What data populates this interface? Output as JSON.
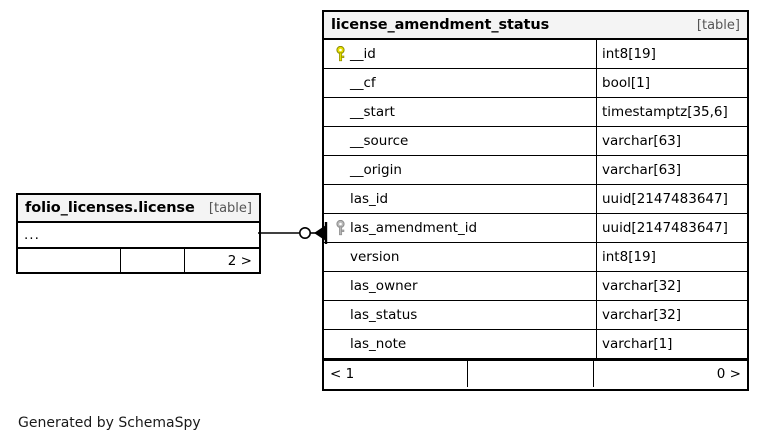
{
  "diagram": {
    "credit": "Generated by SchemaSpy",
    "kind_label": "[table]"
  },
  "tables": {
    "license_amendment_status": {
      "title": "license_amendment_status",
      "kind": "[table]",
      "columns": [
        {
          "key": "primary",
          "key_icon": "yellow-key-icon",
          "name": "__id",
          "type": "int8[19]"
        },
        {
          "key": "none",
          "key_icon": "",
          "name": "__cf",
          "type": "bool[1]"
        },
        {
          "key": "none",
          "key_icon": "",
          "name": "__start",
          "type": "timestamptz[35,6]"
        },
        {
          "key": "none",
          "key_icon": "",
          "name": "__source",
          "type": "varchar[63]"
        },
        {
          "key": "none",
          "key_icon": "",
          "name": "__origin",
          "type": "varchar[63]"
        },
        {
          "key": "none",
          "key_icon": "",
          "name": "las_id",
          "type": "uuid[2147483647]"
        },
        {
          "key": "foreign",
          "key_icon": "gray-key-icon",
          "name": "las_amendment_id",
          "type": "uuid[2147483647]"
        },
        {
          "key": "none",
          "key_icon": "",
          "name": "version",
          "type": "int8[19]"
        },
        {
          "key": "none",
          "key_icon": "",
          "name": "las_owner",
          "type": "varchar[32]"
        },
        {
          "key": "none",
          "key_icon": "",
          "name": "las_status",
          "type": "varchar[32]"
        },
        {
          "key": "none",
          "key_icon": "",
          "name": "las_note",
          "type": "varchar[1]"
        }
      ],
      "footer": {
        "left": "< 1",
        "middle": "",
        "right": "0 >"
      }
    },
    "folio_licenses_license": {
      "title": "folio_licenses.license",
      "kind": "[table]",
      "ellipsis": "...",
      "footer": {
        "left": "",
        "middle": "",
        "right": "2 >"
      }
    }
  },
  "relationship": {
    "from": "folio_licenses.license",
    "to": "license_amendment_status",
    "from_cardinality": "zero-or-one",
    "to_cardinality": "many",
    "line_color": "#000000"
  }
}
